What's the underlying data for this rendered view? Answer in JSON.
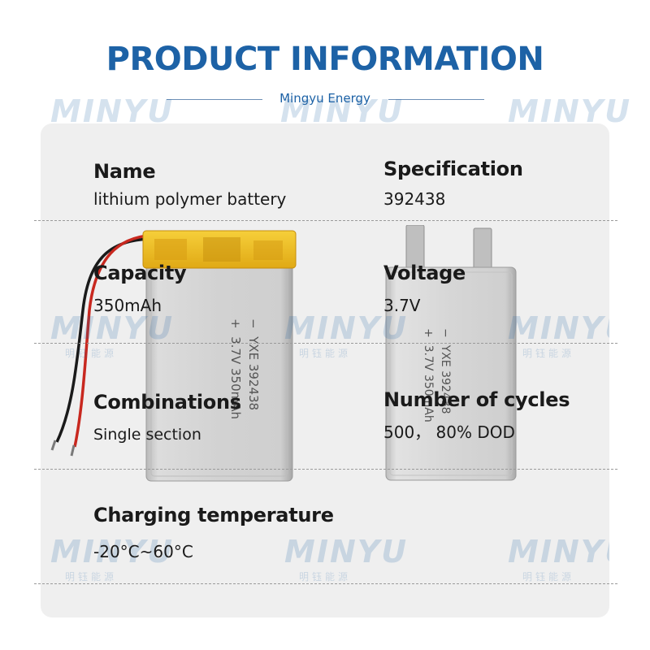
{
  "header": {
    "title": "PRODUCT INFORMATION",
    "subtitle": "Mingyu Energy"
  },
  "watermark": {
    "text": "MINYU",
    "subtext": "明钰能源"
  },
  "battery_print": {
    "minus": "−",
    "line1": "YXE 392438",
    "plus": "+",
    "line2": "3.7V 350mAh"
  },
  "specs": {
    "name": {
      "label": "Name",
      "value": "lithium polymer battery"
    },
    "specification": {
      "label": "Specification",
      "value": "392438"
    },
    "capacity": {
      "label": "Capacity",
      "value": "350mAh"
    },
    "voltage": {
      "label": "Voltage",
      "value": "3.7V"
    },
    "combinations": {
      "label": "Combinations",
      "value": "Single section"
    },
    "cycles": {
      "label": "Number of cycles",
      "value": "500， 80% DOD"
    },
    "charging_temperature": {
      "label": "Charging temperature",
      "value": "-20°C~60°C"
    }
  },
  "colors": {
    "title_blue": "#1d62a6",
    "panel_bg": "#efefef",
    "tape_yellow": "#f2c21b"
  }
}
